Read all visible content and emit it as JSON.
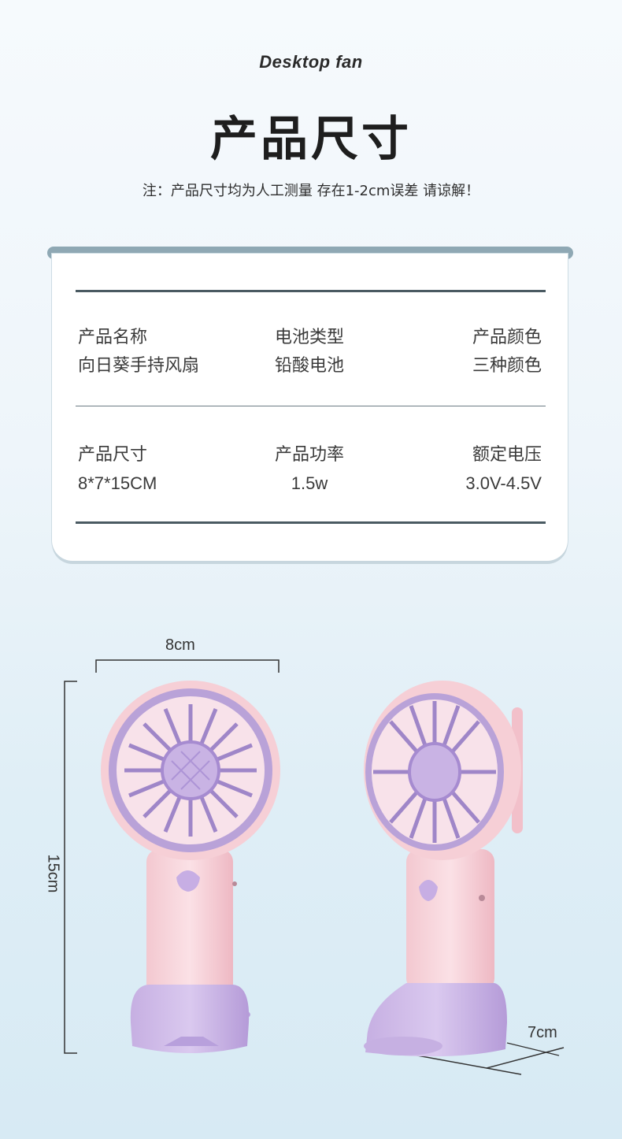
{
  "header": {
    "eyebrow": "Desktop fan",
    "title": "产品尺寸",
    "note": "注：产品尺寸均为人工测量 存在1-2cm误差 请谅解！"
  },
  "specs": [
    {
      "label": "产品名称",
      "value": "向日葵手持风扇"
    },
    {
      "label": "电池类型",
      "value": "铅酸电池"
    },
    {
      "label": "产品颜色",
      "value": "三种颜色"
    },
    {
      "label": "产品尺寸",
      "value": "8*7*15CM"
    },
    {
      "label": "产品功率",
      "value": "1.5w"
    },
    {
      "label": "额定电压",
      "value": "3.0V-4.5V"
    }
  ],
  "dimensions": {
    "width": "8cm",
    "height": "15cm",
    "depth": "7cm"
  },
  "colors": {
    "fan_body": "#f6cfd6",
    "fan_blades": "#b9a2d8",
    "fan_base": "#c9b3e4",
    "card_rail": "#8fa8b4",
    "rule": "#4a5a62"
  }
}
